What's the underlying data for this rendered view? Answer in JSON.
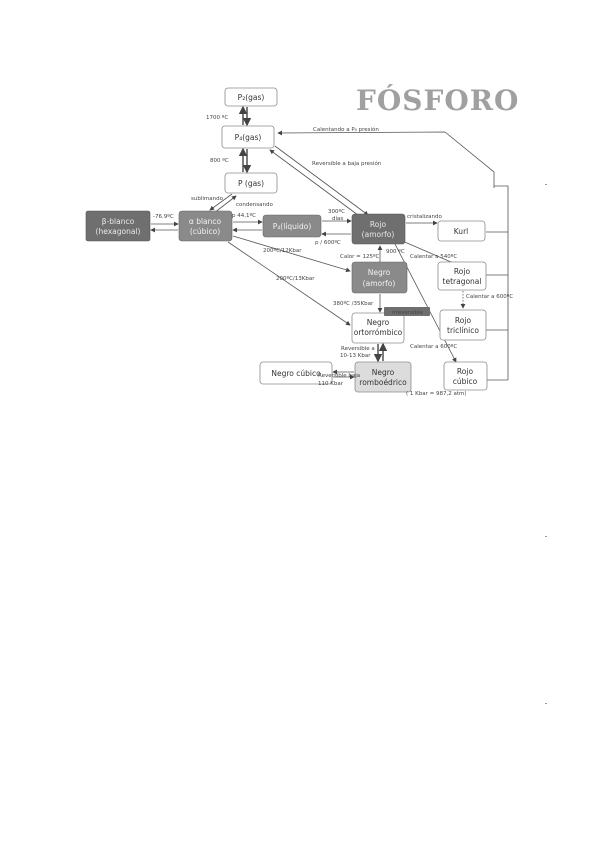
{
  "title": "FÓSFORO",
  "nodes": {
    "p2_gas": "P₂(gas)",
    "p4_gas": "P₄(gas)",
    "p_gas": "P (gas)",
    "beta_blanco_1": "β-blanco",
    "beta_blanco_2": "(hexagonal)",
    "alfa_blanco_1": "α blanco",
    "alfa_blanco_2": "(cúbico)",
    "p4_liquido": "P₄(líquido)",
    "rojo_amorfo_1": "Rojo",
    "rojo_amorfo_2": "(amorfo)",
    "rojo_kurl": "Kurl",
    "negro_amorfo_1": "Negro",
    "negro_amorfo_2": "(amorfo)",
    "rojo_tetragonal_1": "Rojo",
    "rojo_tetragonal_2": "tetragonal",
    "negro_ortorrombico_1": "Negro",
    "negro_ortorrombico_2": "ortorrómbico",
    "rojo_triclinico_1": "Rojo",
    "rojo_triclinico_2": "triclínico",
    "negro_cubico": "Negro cúbico",
    "negro_romboedrico_1": "Negro",
    "negro_romboedrico_2": "romboédrico",
    "rojo_cubico_1": "Rojo",
    "rojo_cubico_2": "cúbico"
  },
  "edge_labels": {
    "t1700": "1700 ºC",
    "t800": "800 ºC",
    "sublimando": "sublimando",
    "condensando": "condensando",
    "calentando": "Calentando a P₄ presión",
    "reversible_baja": "Reversible a baja presión",
    "menos_76": "-76.9ºC",
    "p44": "p 44,1ºC",
    "t300_top": "300ºC",
    "dias": "días",
    "p_600": "p / 600ºC",
    "cristalizando": "cristalizando",
    "t900": "900 ºC",
    "calor_125": "Calor = 125ºC",
    "t200_12": "200ºC/12Kbar",
    "t200_13": "200ºC/13Kbar",
    "t380_": "380ºC /35Kbar",
    "reversible_irr": "irreversible",
    "reversible_12": "Reversible a",
    "reversible_12b": "10-13 Kbar",
    "reversible_baja2": "Reversible baja",
    "kbar_110": "110 Kbar",
    "calentar_540": "Calentar a 540ºC",
    "calentar_600": "Calentar a 600ºC",
    "calentar_600b": "Calentar a 600ºC",
    "kbar_bottom": "( 1 Kbar = 987,2 atm)"
  }
}
